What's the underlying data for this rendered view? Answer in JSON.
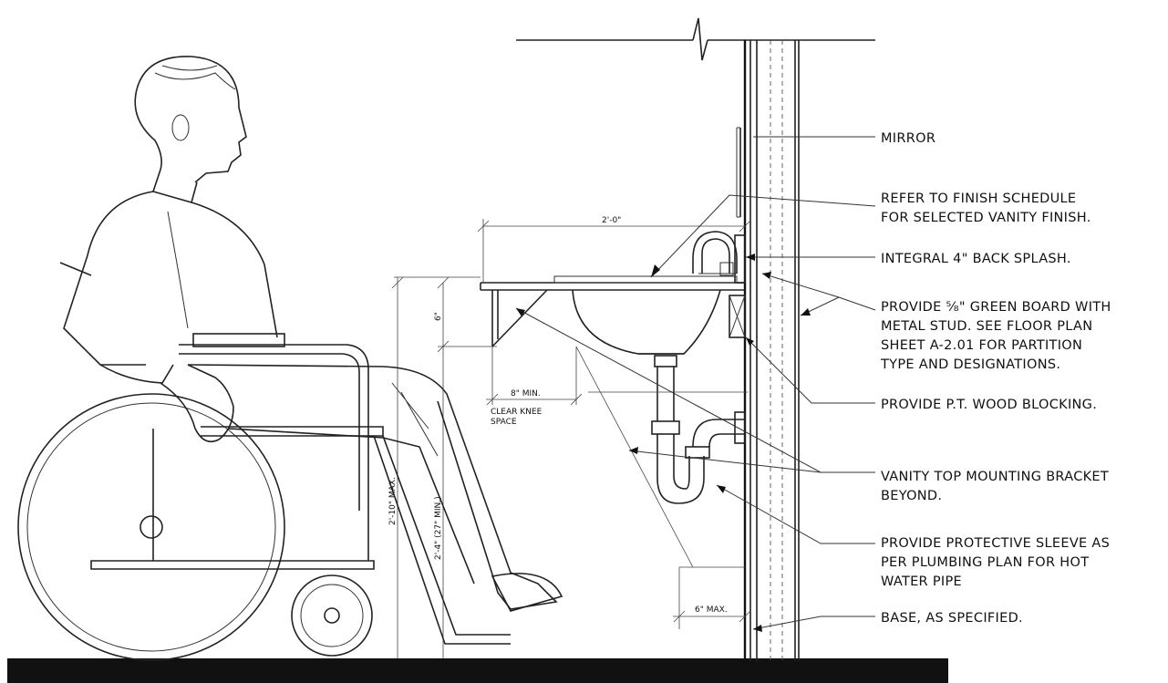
{
  "notes": {
    "mirror": "MIRROR",
    "finish_1": "REFER TO FINISH SCHEDULE",
    "finish_2": "FOR SELECTED VANITY FINISH.",
    "splash": "INTEGRAL 4\" BACK SPLASH.",
    "board_1": "PROVIDE ⅝\" GREEN BOARD WITH",
    "board_2": "METAL STUD. SEE FLOOR PLAN",
    "board_3": "SHEET A-2.01 FOR PARTITION",
    "board_4": "TYPE AND DESIGNATIONS.",
    "blocking": "PROVIDE P.T. WOOD BLOCKING.",
    "bracket_1": "VANITY TOP MOUNTING BRACKET",
    "bracket_2": "BEYOND.",
    "sleeve_1": "PROVIDE PROTECTIVE SLEEVE AS",
    "sleeve_2": "PER PLUMBING PLAN FOR HOT",
    "sleeve_3": "WATER PIPE",
    "base": "BASE, AS SPECIFIED."
  },
  "dimensions": {
    "vanity_width": "2'-0\"",
    "top_thickness": "6\"",
    "knee_depth": "8\" MIN.",
    "knee_label_1": "CLEAR KNEE",
    "knee_label_2": "SPACE",
    "height_max": "2'-10\" MAX.",
    "knee_height": "2'-4\" (27\" MIN.)",
    "toe_max": "6\" MAX."
  }
}
